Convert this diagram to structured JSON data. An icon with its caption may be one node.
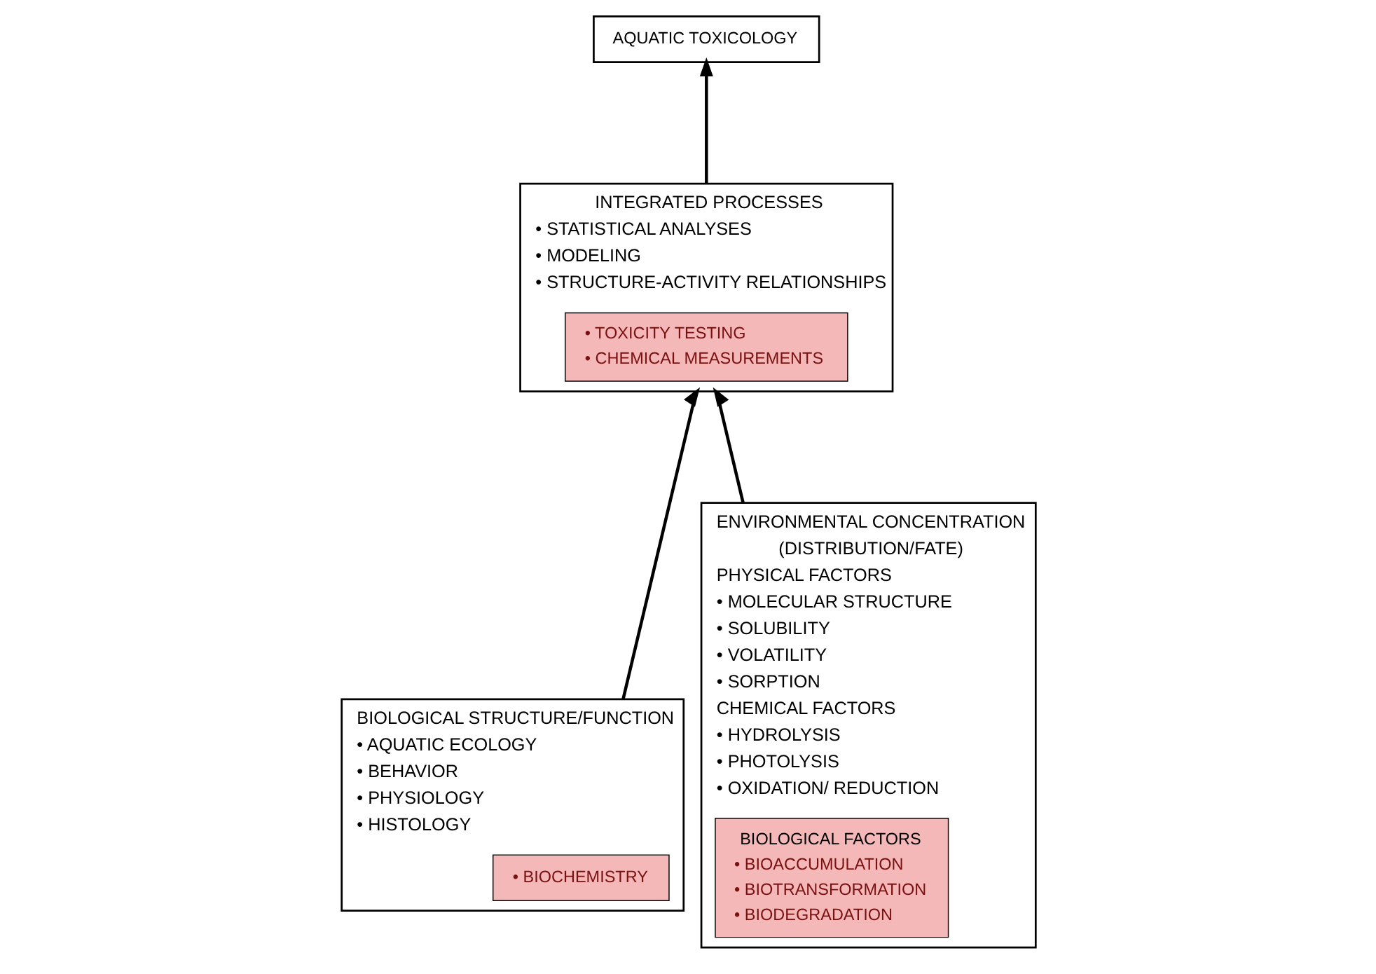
{
  "diagram": {
    "nodes": [
      {
        "text": [
          "AQUATIC TOXICOLOGY"
        ]
      },
      {
        "text": [
          "INTEGRATED PROCESSES",
          "• STATISTICAL ANALYSES",
          "• MODELING",
          "• STRUCTURE-ACTIVITY RELATIONSHIPS"
        ]
      },
      {
        "text": [
          "• TOXICITY TESTING",
          "• CHEMICAL MEASUREMENTS"
        ],
        "in": 1
      },
      {
        "text": [
          "BIOLOGICAL STRUCTURE/FUNCTION",
          "• AQUATIC ECOLOGY",
          "• BEHAVIOR",
          "• PHYSIOLOGY",
          "• HISTOLOGY"
        ]
      },
      {
        "text": [
          "• BIOCHEMISTRY"
        ],
        "in": 3
      },
      {
        "text": [
          "ENVIRONMENTAL CONCENTRATION",
          "(DISTRIBUTION/FATE)",
          "PHYSICAL FACTORS",
          "• MOLECULAR STRUCTURE",
          "• SOLUBILITY",
          "• VOLATILITY",
          "• SORPTION",
          "CHEMICAL FACTORS",
          "• HYDROLYSIS",
          "• PHOTOLYSIS",
          "• OXIDATION/ REDUCTION"
        ]
      },
      {
        "text": [
          "BIOLOGICAL FACTORS",
          "• BIOACCUMULATION",
          "• BIOTRANSFORMATION",
          "• BIODEGRADATION"
        ],
        "in": 5
      }
    ],
    "edges": [
      {
        "from": 1,
        "to": 0,
        "arrow": "to"
      },
      {
        "from": 3,
        "to": 1,
        "arrow": "to"
      },
      {
        "from": 5,
        "to": 1,
        "arrow": "to"
      }
    ]
  }
}
